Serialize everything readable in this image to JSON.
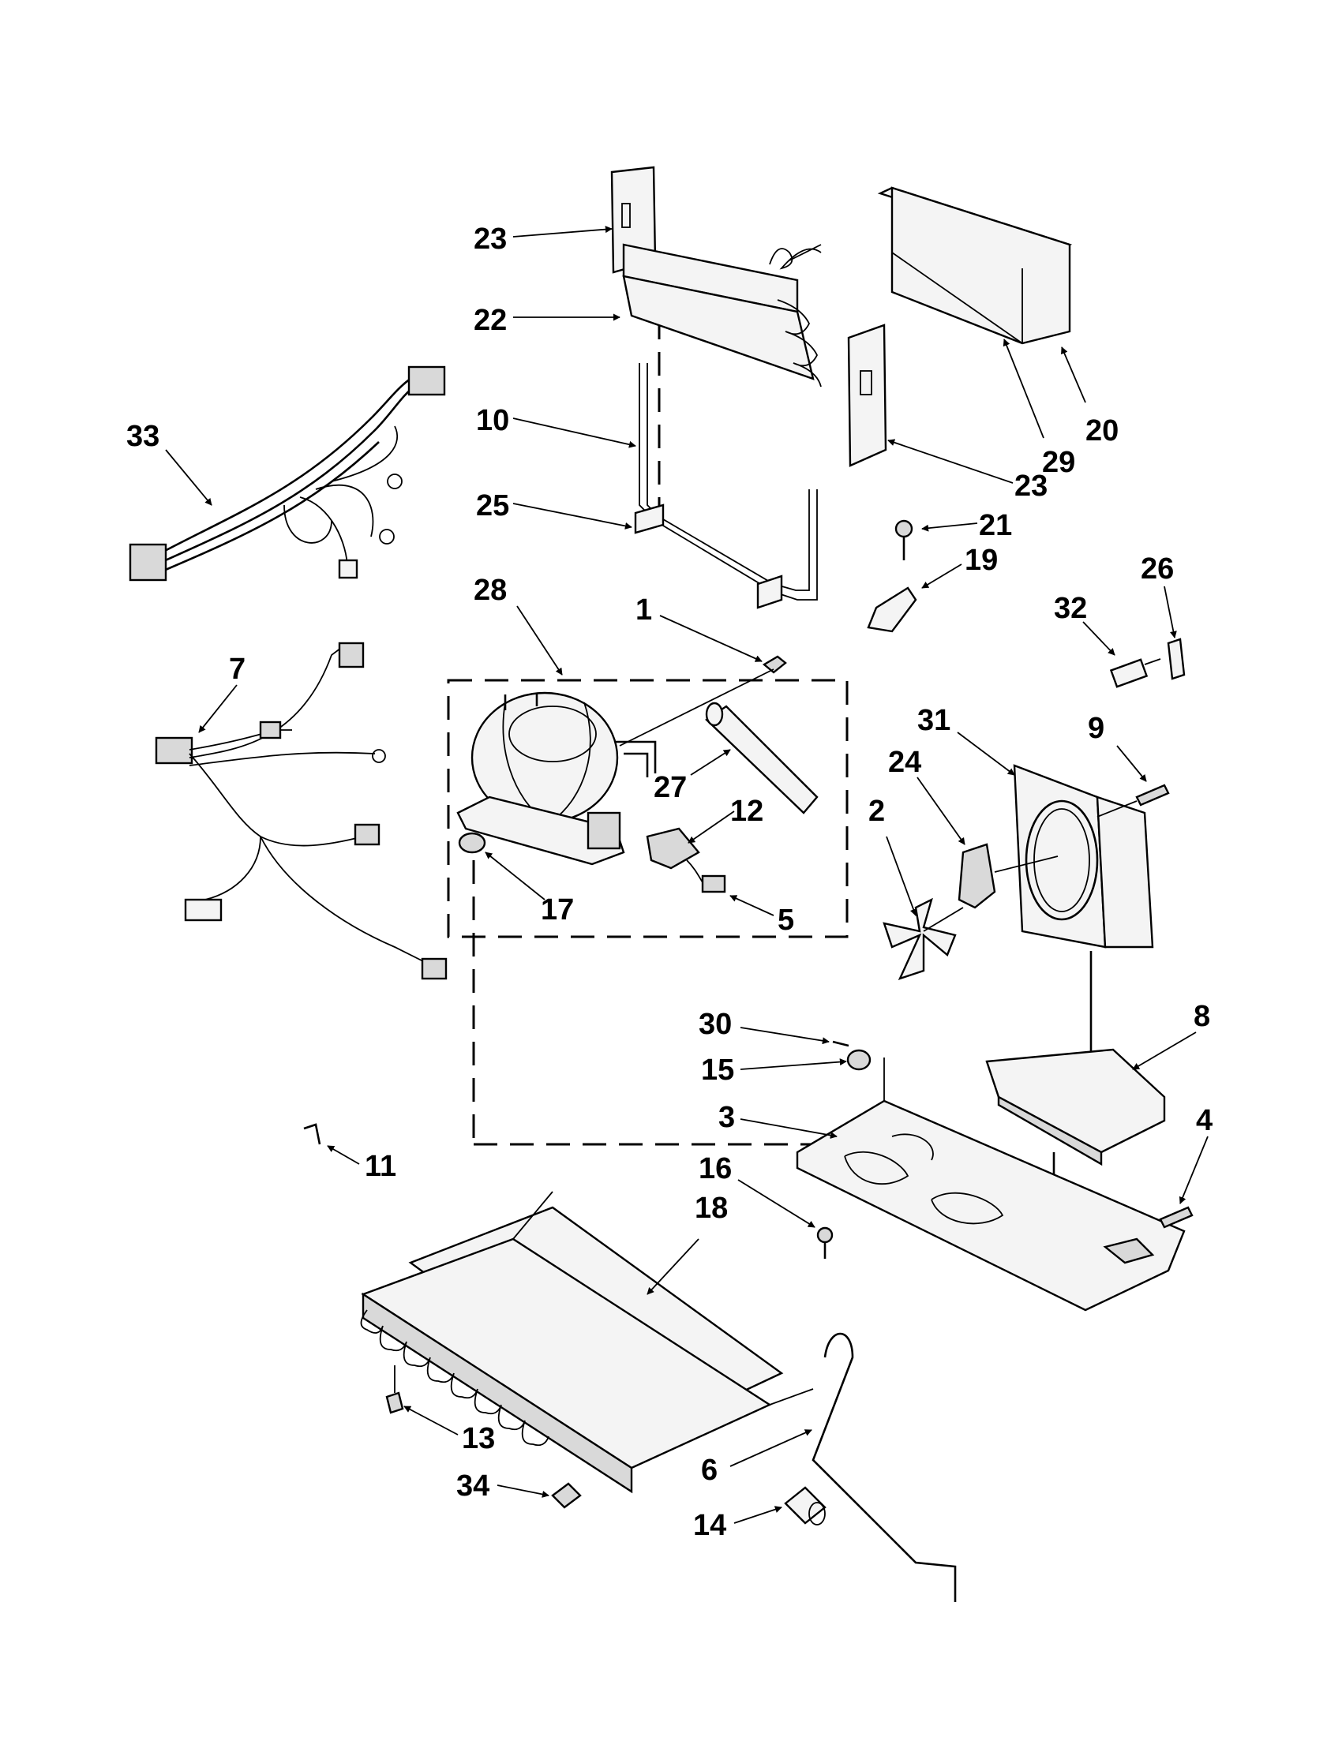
{
  "callouts": [
    {
      "num": "23"
    },
    {
      "num": "22"
    },
    {
      "num": "10"
    },
    {
      "num": "25"
    },
    {
      "num": "20"
    },
    {
      "num": "29"
    },
    {
      "num": "23"
    },
    {
      "num": "21"
    },
    {
      "num": "19"
    },
    {
      "num": "33"
    },
    {
      "num": "28"
    },
    {
      "num": "1"
    },
    {
      "num": "26"
    },
    {
      "num": "32"
    },
    {
      "num": "7"
    },
    {
      "num": "27"
    },
    {
      "num": "12"
    },
    {
      "num": "17"
    },
    {
      "num": "5"
    },
    {
      "num": "31"
    },
    {
      "num": "9"
    },
    {
      "num": "24"
    },
    {
      "num": "2"
    },
    {
      "num": "30"
    },
    {
      "num": "15"
    },
    {
      "num": "8"
    },
    {
      "num": "3"
    },
    {
      "num": "4"
    },
    {
      "num": "11"
    },
    {
      "num": "16"
    },
    {
      "num": "18"
    },
    {
      "num": "13"
    },
    {
      "num": "6"
    },
    {
      "num": "34"
    },
    {
      "num": "14"
    }
  ]
}
